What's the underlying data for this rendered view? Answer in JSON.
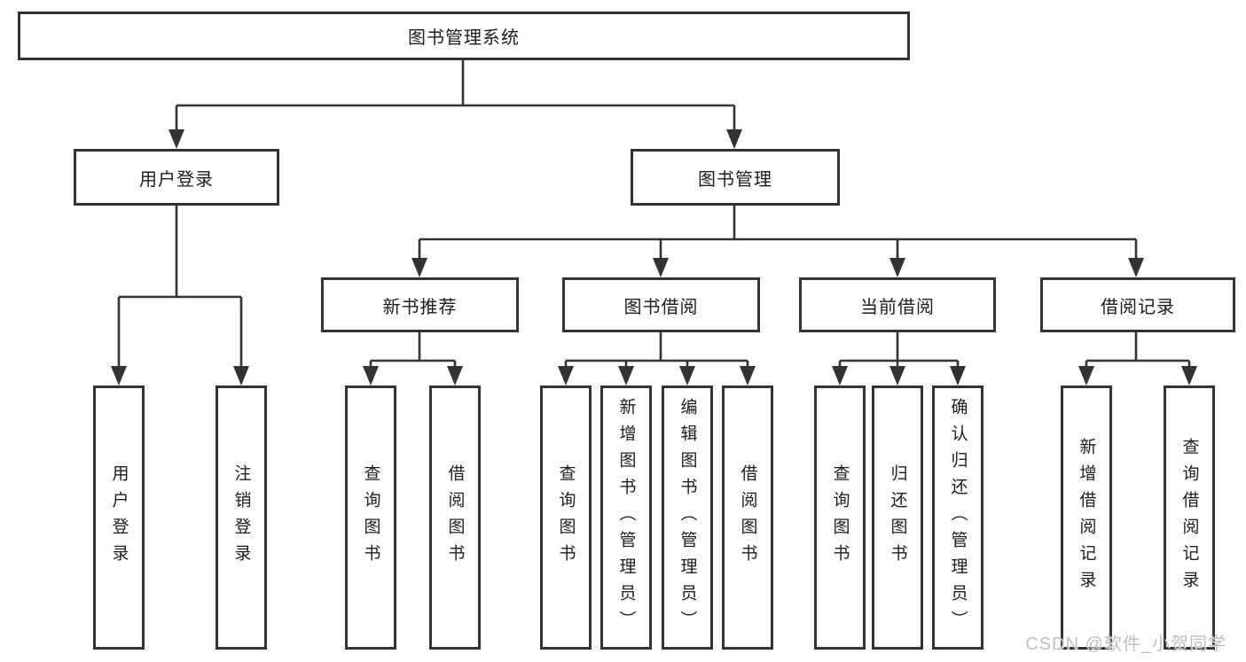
{
  "diagram": {
    "type": "tree",
    "title": "图书管理系统",
    "colors": {
      "line": "#333333",
      "box_fill": "#ffffff",
      "text": "#1c1c1c",
      "background": "#ffffff",
      "watermark": "#bfbfbf"
    },
    "root": {
      "label": "图书管理系统",
      "children": [
        {
          "label": "用户登录",
          "children": [
            {
              "label": "用户登录"
            },
            {
              "label": "注销登录"
            }
          ]
        },
        {
          "label": "图书管理",
          "children": [
            {
              "label": "新书推荐",
              "children": [
                {
                  "label": "查询图书"
                },
                {
                  "label": "借阅图书"
                }
              ]
            },
            {
              "label": "图书借阅",
              "children": [
                {
                  "label": "查询图书"
                },
                {
                  "label": "新增图书（管理员）"
                },
                {
                  "label": "编辑图书（管理员）"
                },
                {
                  "label": "借阅图书"
                }
              ]
            },
            {
              "label": "当前借阅",
              "children": [
                {
                  "label": "查询图书"
                },
                {
                  "label": "归还图书"
                },
                {
                  "label": "确认归还（管理员）"
                }
              ]
            },
            {
              "label": "借阅记录",
              "children": [
                {
                  "label": "新增借阅记录"
                },
                {
                  "label": "查询借阅记录"
                }
              ]
            }
          ]
        }
      ]
    },
    "watermark": "CSDN @软件_小贺同学"
  }
}
